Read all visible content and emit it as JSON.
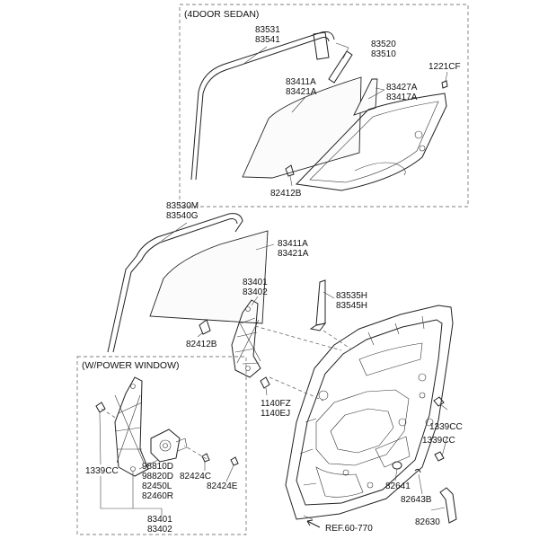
{
  "sedan_box": {
    "title": "(4DOOR SEDAN)"
  },
  "power_box": {
    "title": "(W/POWER WINDOW)"
  },
  "labels": {
    "s_83531": "83531",
    "s_83541": "83541",
    "s_83520": "83520",
    "s_83510": "83510",
    "s_1221CF": "1221CF",
    "s_83411A": "83411A",
    "s_83421A": "83421A",
    "s_83427A": "83427A",
    "s_83417A": "83417A",
    "s_82412B": "82412B",
    "m_83530M": "83530M",
    "m_83540G": "83540G",
    "m_83411A": "83411A",
    "m_83421A": "83421A",
    "m_83401": "83401",
    "m_83402": "83402",
    "m_83535H": "83535H",
    "m_83545H": "83545H",
    "m_82412B": "82412B",
    "m_1140FZ": "1140FZ",
    "m_1140EJ": "1140EJ",
    "m_1339CC_a": "1339CC",
    "m_1339CC_b": "1339CC",
    "m_82641": "82641",
    "m_82643B": "82643B",
    "m_82630": "82630",
    "m_ref": "REF.60-770",
    "p_1339CC": "1339CC",
    "p_98810D": "98810D",
    "p_98820D": "98820D",
    "p_82450L": "82450L",
    "p_82460R": "82460R",
    "p_82424C": "82424C",
    "p_82424E": "82424E",
    "p_83401": "83401",
    "p_83402": "83402"
  }
}
